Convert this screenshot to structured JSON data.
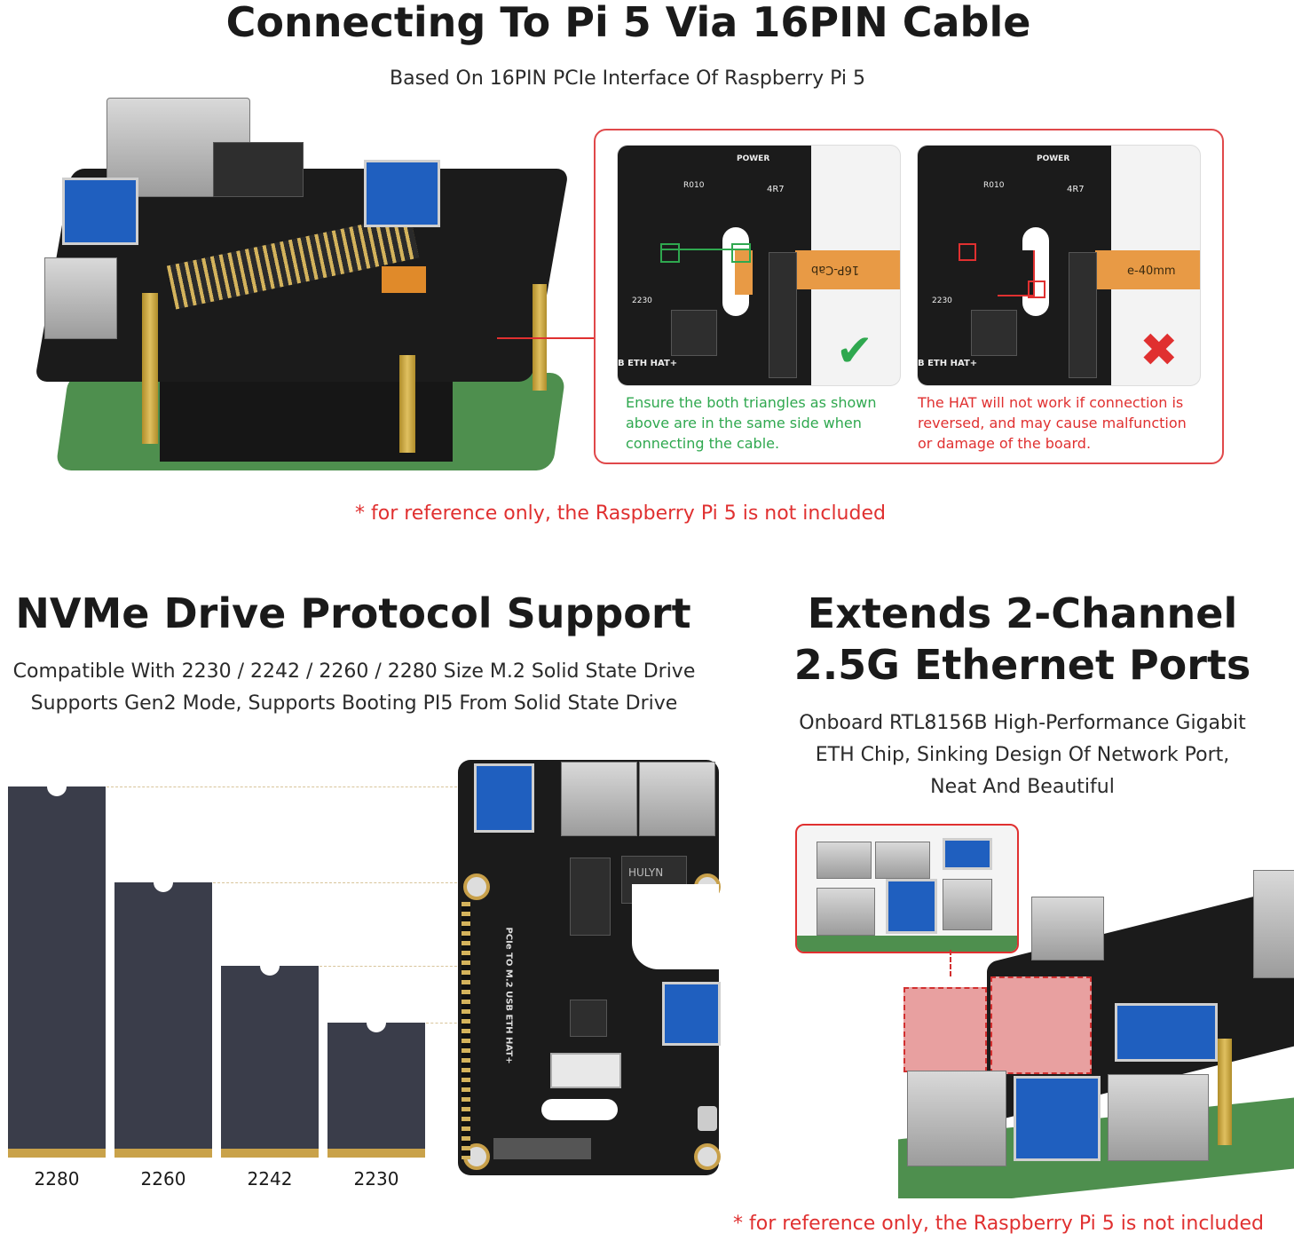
{
  "section1": {
    "title": "Connecting To Pi 5 Via 16PIN Cable",
    "subtitle": "Based On 16PIN PCIe Interface Of Raspberry Pi 5",
    "correct_caption": [
      "Ensure the both triangles as shown",
      "above are in the same side when",
      "connecting the cable."
    ],
    "wrong_caption": [
      "The HAT will not work if connection is",
      "reversed, and may cause malfunction",
      "or damage of the board."
    ],
    "tile_left_cable_text": "16P-Cab",
    "tile_right_cable_text": "e-40mm",
    "tile_label_power": "POWER",
    "tile_label_r010": "R010",
    "tile_label_4r7": "4R7",
    "tile_label_2230": "2230",
    "tile_label_eth": "B ETH HAT+",
    "note": "* for reference only, the Raspberry Pi 5 is not included"
  },
  "section2": {
    "title": "NVMe Drive Protocol Support",
    "subtitle_lines": [
      "Compatible With 2230 / 2242 / 2260 / 2280 Size M.2 Solid State Drive",
      "Supports Gen2 Mode, Supports Booting PI5 From Solid State Drive"
    ],
    "sizes": [
      "2280",
      "2260",
      "2242",
      "2230"
    ],
    "board_text": "PCIe TO M.2 USB ETH HAT+",
    "board_chip_text": "HULYN"
  },
  "section3": {
    "title_lines": [
      "Extends 2-Channel",
      "2.5G Ethernet Ports"
    ],
    "subtitle_lines": [
      "Onboard RTL8156B High-Performance Gigabit",
      "ETH Chip, Sinking Design Of Network Port,",
      "Neat And Beautiful"
    ],
    "note": "* for reference only, the Raspberry Pi 5 is not included"
  },
  "colors": {
    "accent_red": "#e03030",
    "accent_green": "#2fa84f",
    "ssd": "#3a3d4a",
    "gold": "#c9a24a"
  }
}
